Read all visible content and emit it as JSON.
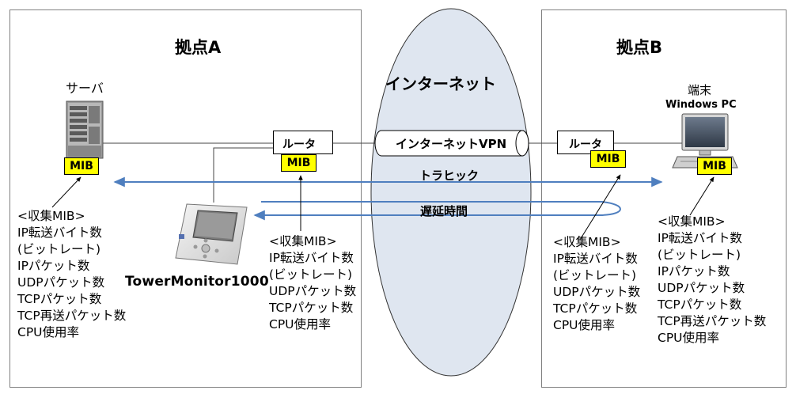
{
  "site_a": {
    "title": "拠点A"
  },
  "site_b": {
    "title": "拠点B"
  },
  "internet": {
    "title": "インターネット",
    "vpn_label": "インターネットVPN"
  },
  "server": {
    "label": "サーバ",
    "mib": "MIB"
  },
  "terminal": {
    "label": "端末",
    "model": "Windows PC",
    "mib": "MIB"
  },
  "router_a": {
    "label": "ルータ",
    "mib": "MIB"
  },
  "router_b": {
    "label": "ルータ",
    "mib": "MIB"
  },
  "tower_monitor": {
    "label": "TowerMonitor1000"
  },
  "flows": {
    "traffic": "トラヒック",
    "delay": "遅延時間"
  },
  "collected_mib": {
    "server": [
      "<収集MIB>",
      "IP転送バイト数",
      "(ビットレート)",
      "IPパケット数",
      "UDPパケット数",
      "TCPパケット数",
      "TCP再送パケット数",
      "CPU使用率"
    ],
    "router_a": [
      "<収集MIB>",
      "IP転送バイト数",
      "(ビットレート)",
      "UDPパケット数",
      "TCPパケット数",
      "CPU使用率"
    ],
    "router_b": [
      "<収集MIB>",
      "IP転送バイト数",
      "(ビットレート)",
      "UDPパケット数",
      "TCPパケット数",
      "CPU使用率"
    ],
    "terminal": [
      "<収集MIB>",
      "IP転送バイト数",
      "(ビットレート)",
      "IPパケット数",
      "UDPパケット数",
      "TCPパケット数",
      "TCP再送パケット数",
      "CPU使用率"
    ]
  },
  "colors": {
    "mib_fill": "#ffff00",
    "internet_fill": "#dfe6f0",
    "flow_arrow": "#4f7fbf"
  }
}
